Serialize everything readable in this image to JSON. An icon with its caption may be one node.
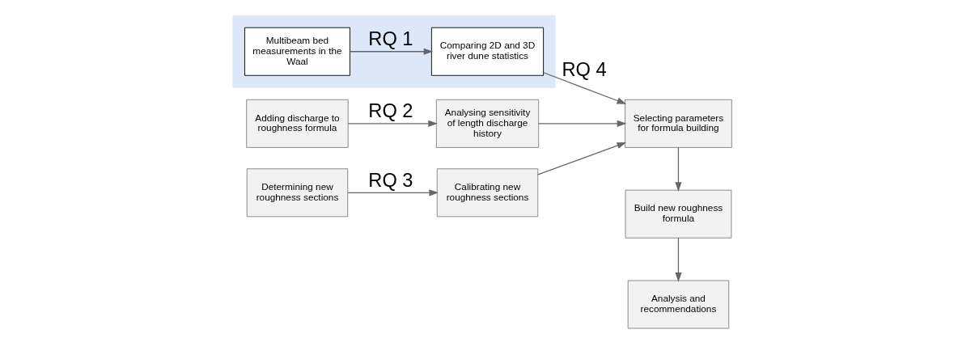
{
  "diagram": {
    "nodes": [
      {
        "text": [],
        "shape": "box"
      },
      {
        "text": [
          "Multibeam bed measurements in the Waal"
        ],
        "in": 0
      },
      {
        "text": [
          "Comparing 2D and 3D river dune statistics"
        ],
        "in": 0
      },
      {
        "text": [
          "Selecting parameters for formula building"
        ]
      },
      {
        "text": [
          "Adding discharge to roughness formula"
        ]
      },
      {
        "text": [
          "Analysing sensitivity of length discharge history"
        ]
      },
      {
        "text": [
          "Build new roughness formula"
        ]
      },
      {
        "text": [
          "Determining new roughness sections"
        ]
      },
      {
        "text": [
          "Calibrating new roughness sections"
        ]
      },
      {
        "text": [
          "Analysis and recommendations"
        ]
      }
    ],
    "edges": [
      {
        "from": 1,
        "to": 2,
        "arrow": "to",
        "label": "RQ 1"
      },
      {
        "from": 2,
        "to": 3,
        "arrow": "to",
        "label": "RQ 4"
      },
      {
        "from": 5,
        "to": 3,
        "arrow": "to"
      },
      {
        "from": 8,
        "to": 3,
        "arrow": "to"
      },
      {
        "from": 4,
        "to": 5,
        "arrow": "to",
        "label": "RQ 2"
      },
      {
        "from": 7,
        "to": 8,
        "arrow": "to",
        "label": "RQ 3"
      },
      {
        "from": 3,
        "to": 6,
        "arrow": "to"
      },
      {
        "from": 6,
        "to": 9,
        "arrow": "to"
      }
    ]
  }
}
